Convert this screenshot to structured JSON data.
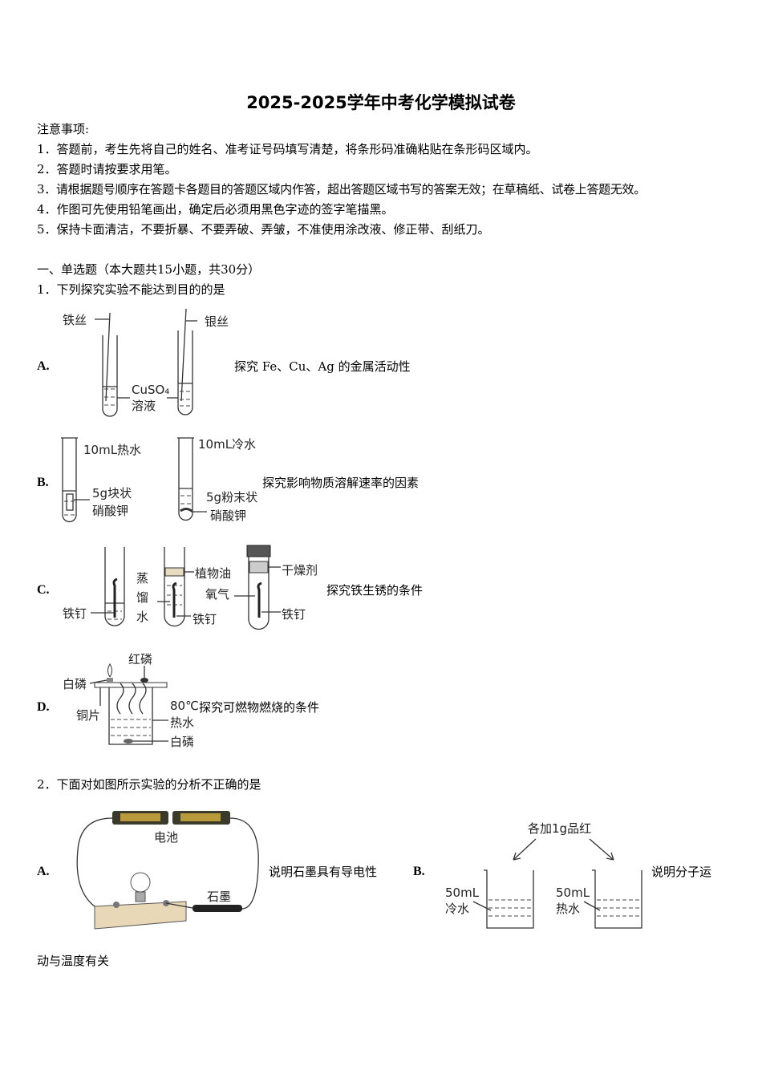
{
  "title": "2025-2025学年中考化学模拟试卷",
  "notice": {
    "heading": "注意事项:",
    "items": [
      "1．答题前，考生先将自己的姓名、准考证号码填写清楚，将条形码准确粘贴在条形码区域内。",
      "2．答题时请按要求用笔。",
      "3．请根据题号顺序在答题卡各题目的答题区域内作答，超出答题区域书写的答案无效；在草稿纸、试卷上答题无效。",
      "4．作图可先使用铅笔画出，确定后必须用黑色字迹的签字笔描黑。",
      "5．保持卡面清洁，不要折暴、不要弄破、弄皱，不准使用涂改液、修正带、刮纸刀。"
    ]
  },
  "section": "一、单选题（本大题共15小题，共30分）",
  "q1": {
    "stem": "1．下列探究实验不能达到目的的是",
    "options": [
      {
        "label": "A.",
        "desc": "探究 Fe、Cu、Ag 的金属活动性",
        "fig": {
          "iron_wire": "铁丝",
          "silver_wire": "银丝",
          "solution_1": "CuSO₄",
          "solution_2": "溶液"
        }
      },
      {
        "label": "B.",
        "desc": "探究影响物质溶解速率的因素",
        "fig": {
          "hot_water": "10mL热水",
          "cold_water": "10mL冷水",
          "lump": "5g块状",
          "powder": "5g粉末状",
          "kno3_1": "硝酸钾",
          "kno3_2": "硝酸钾"
        }
      },
      {
        "label": "C.",
        "desc": "探究铁生锈的条件",
        "fig": {
          "nail_1": "铁钉",
          "nail_2": "铁钉",
          "nail_3": "铁钉",
          "water_1": "蒸",
          "water_2": "馏",
          "water_3": "水",
          "oil": "植物油",
          "desiccant": "干燥剂",
          "oxygen": "氧气"
        }
      },
      {
        "label": "D.",
        "desc": "探究可燃物燃烧的条件",
        "fig": {
          "red_p": "红磷",
          "white_p_top": "白磷",
          "copper": "铜片",
          "temp": "80℃",
          "hot_water": "热水",
          "white_p_bottom": "白磷"
        }
      }
    ]
  },
  "q2": {
    "stem": "2．下面对如图所示实验的分析不正确的是",
    "options": [
      {
        "label": "A.",
        "desc": "说明石墨具有导电性",
        "fig": {
          "battery": "电池",
          "graphite": "石墨"
        }
      },
      {
        "label": "B.",
        "desc": "说明分子运",
        "fig": {
          "top": "各加1g品红",
          "v1": "50mL",
          "cold": "冷水",
          "v2": "50mL",
          "hot": "热水"
        }
      }
    ],
    "continuation": "动与温度有关"
  }
}
